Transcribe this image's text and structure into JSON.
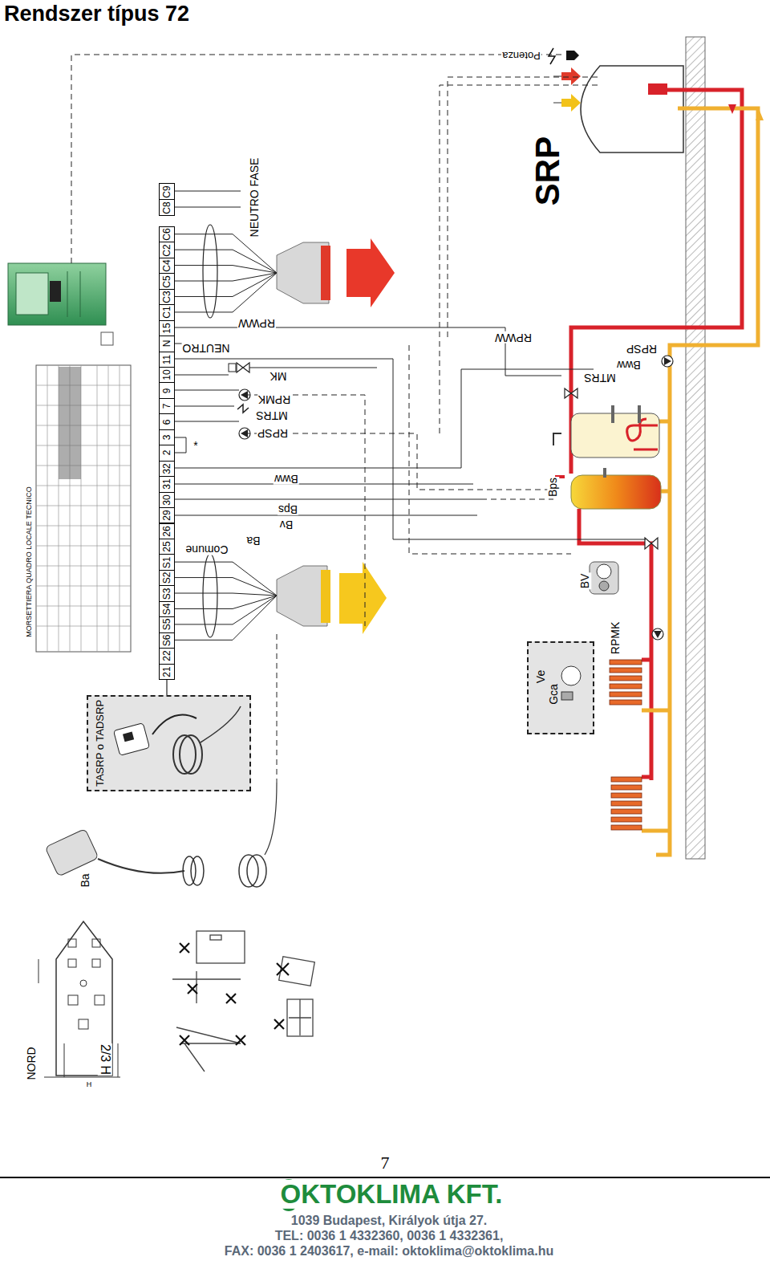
{
  "diagram": {
    "title": "Rendszer típus 72",
    "nodes": [
      {
        "text": [
          "MORSETTIERA QUADRO LOCALE TECNICO"
        ]
      },
      {
        "text": [
          "21",
          "22",
          "S6",
          "S5",
          "S4",
          "S3",
          "S2",
          "S1",
          "25",
          "26",
          "29",
          "30",
          "31",
          "32",
          "2",
          "3",
          "6",
          "7",
          "9",
          "10",
          "11",
          "N",
          "15",
          "C1",
          "C3",
          "C5",
          "C4",
          "C2",
          "C6",
          "C8",
          "C9"
        ]
      },
      {
        "text": [
          "TASRP o TADSRP"
        ]
      },
      {
        "text": [
          "Ve",
          "Gca"
        ]
      }
    ],
    "edges": [
      {
        "from": 1,
        "to": 2,
        "arrow": "none"
      }
    ],
    "labels": [
      "Potenza",
      "SRP",
      "NEUTRO FASE",
      "RPWW",
      "NEUTRO",
      "MK",
      "RPMK",
      "MTRS",
      "RPSP",
      "*",
      "Bww",
      "Bps",
      "Bv",
      "Ba",
      "Comune",
      "RPWW",
      "RPSP",
      "Bww",
      "MTRS",
      "Bps",
      "BV",
      "RPMK",
      "Ba",
      "NORD",
      "2/3 H",
      "H",
      "7",
      "OKTOKLIMA KFT.",
      "1039 Budapest, Királyok útja 27.",
      "TEL: 0036 1 4332360, 0036 1 4332361,",
      "FAX: 0036 1 2403617, e-mail: oktoklima@oktoklima.hu"
    ]
  }
}
